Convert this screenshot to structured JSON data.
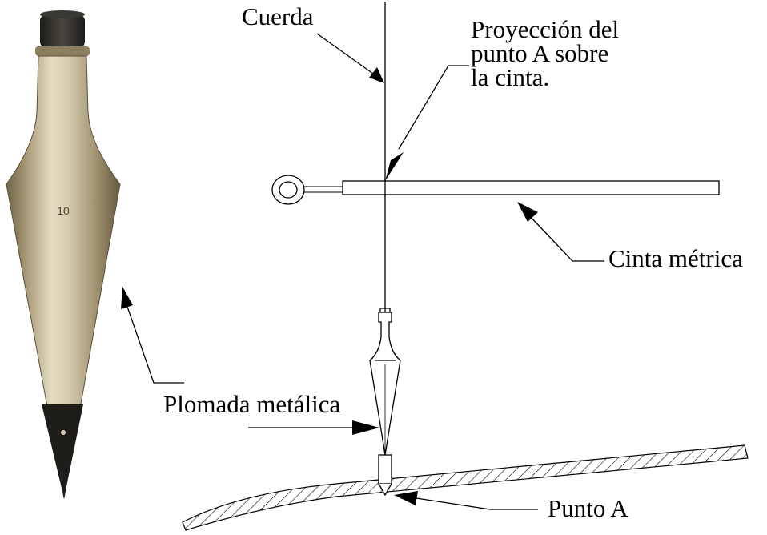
{
  "labels": {
    "cuerda": "Cuerda",
    "proyeccion_line1": "Proyección del",
    "proyeccion_line2": "punto A sobre",
    "proyeccion_line3": "la cinta.",
    "cinta": "Cinta métrica",
    "plomada": "Plomada metálica",
    "punto": "Punto A",
    "plumb_engraving": "10"
  },
  "colors": {
    "ink": "#000000",
    "brass_light": "#d9cfb4",
    "brass_mid": "#b2a47e",
    "brass_dark": "#6f6449",
    "cap": "#2e2c28",
    "tip": "#1f1d1a"
  }
}
